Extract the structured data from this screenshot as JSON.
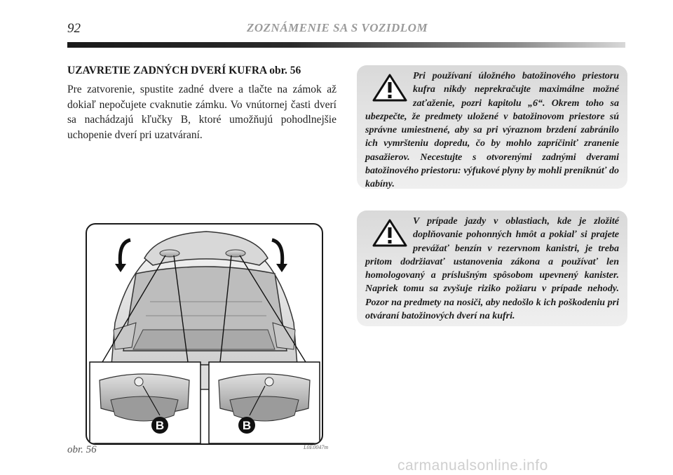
{
  "header": {
    "page_number": "92",
    "running_title": "ZOZNÁMENIE SA S VOZIDLOM"
  },
  "section": {
    "title": "UZAVRETIE ZADNÝCH DVERÍ KUFRA obr. 56",
    "body": "Pre zatvorenie, spustite zadné dvere a tlačte na zámok až dokiaľ nepočujete cvaknutie zámku. Vo vnútornej časti dverí sa nachádzajú kľučky B, ktoré umožňujú pohodlnejšie uchopenie dverí pri uzatváraní."
  },
  "warnings": [
    {
      "icon": "warning-triangle-icon",
      "text": "Pri používaní úložného batožinového priestoru kufra nikdy neprekračujte maximálne možné zaťaženie, pozri kapitolu „6“. Okrem toho sa ubezpečte, že predmety uložené v batožinovom priestore sú správne umiestnené, aby sa pri výraznom brzdení zabránilo ich vymršteniu dopredu, čo by mohlo zapríčiniť zranenie pasažierov. Necestujte s otvorenými zadnými dverami batožinového priestoru: výfukové plyny by mohli preniknúť do kabíny."
    },
    {
      "icon": "warning-triangle-icon",
      "text": "V prípade jazdy v oblastiach, kde je zložité doplňovanie pohonných hmôt a pokiaľ si prajete prevážať benzín v rezervnom kanistri, je treba pritom dodržiavať ustanovenia zákona a používať len homologovaný a príslušným spôsobom upevnený kanister. Napriek tomu sa zvyšuje riziko požiaru v prípade nehody. Pozor na predmety na nosiči, aby nedošlo k ich poškodeniu pri otváraní batožinových dverí na kufri."
    }
  ],
  "figure": {
    "callout_left": "B",
    "callout_right": "B",
    "caption": "obr. 56",
    "code": "L0E0047m"
  },
  "footer": {
    "watermark": "carmanualsonline.info"
  }
}
